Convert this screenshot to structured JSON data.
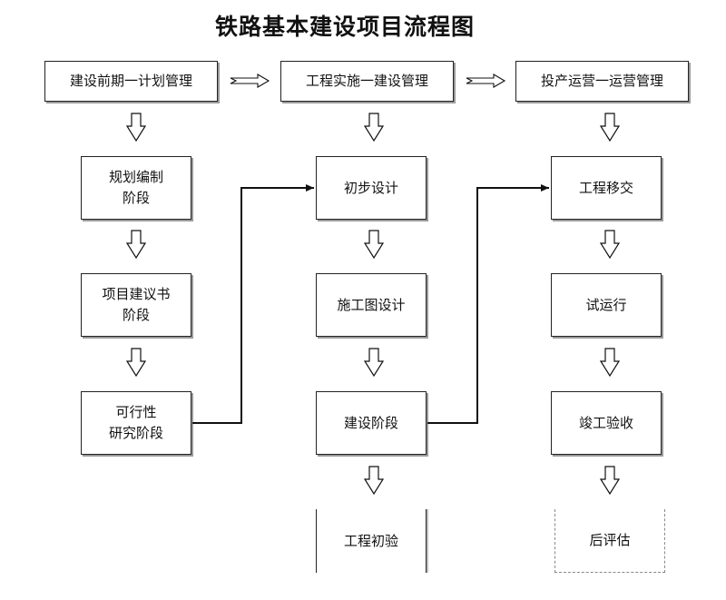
{
  "title": "铁路基本建设项目流程图",
  "phases": [
    {
      "label": "建设前期一计划管理"
    },
    {
      "label": "工程实施一建设管理"
    },
    {
      "label": "投产运营一运营管理"
    }
  ],
  "columns": [
    {
      "steps": [
        {
          "lines": [
            "规划编制",
            "阶段"
          ]
        },
        {
          "lines": [
            "项目建议书",
            "阶段"
          ]
        },
        {
          "lines": [
            "可行性",
            "研究阶段"
          ]
        }
      ]
    },
    {
      "steps": [
        {
          "lines": [
            "初步设计"
          ]
        },
        {
          "lines": [
            "施工图设计"
          ]
        },
        {
          "lines": [
            "建设阶段"
          ]
        },
        {
          "lines": [
            "工程初验"
          ]
        }
      ]
    },
    {
      "steps": [
        {
          "lines": [
            "工程移交"
          ]
        },
        {
          "lines": [
            "试运行"
          ]
        },
        {
          "lines": [
            "竣工验收"
          ]
        },
        {
          "lines": [
            "后评估"
          ]
        }
      ]
    }
  ],
  "colors": {
    "line": "#111111",
    "border": "#222222",
    "shadow": "#9a9a9a"
  }
}
